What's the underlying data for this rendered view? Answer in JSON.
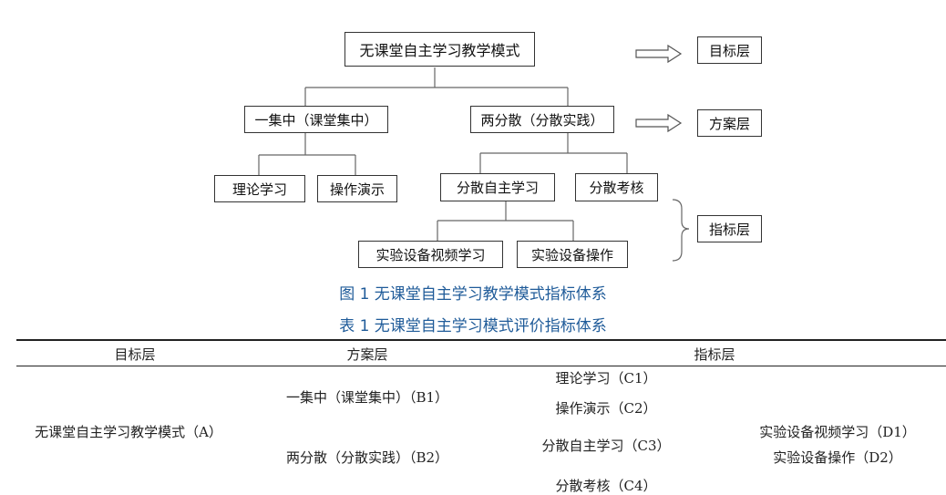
{
  "diagram": {
    "root": "无课堂自主学习教学模式",
    "level_labels": {
      "goal": "目标层",
      "plan": "方案层",
      "indicator": "指标层"
    },
    "plans": [
      "一集中（课堂集中）",
      "两分散（分散实践）"
    ],
    "indicators": [
      "理论学习",
      "操作演示",
      "分散自主学习",
      "分散考核"
    ],
    "sub_indicators": [
      "实验设备视频学习",
      "实验设备操作"
    ]
  },
  "captions": {
    "figure": "图 1 无课堂自主学习教学模式指标体系",
    "table": "表 1 无课堂自主学习模式评价指标体系"
  },
  "table": {
    "headers": [
      "目标层",
      "方案层",
      "指标层"
    ],
    "goal": "无课堂自主学习教学模式（A）",
    "plans": [
      "一集中（课堂集中）（B1）",
      "两分散（分散实践）（B2）"
    ],
    "indicators": [
      "理论学习（C1）",
      "操作演示（C2）",
      "分散自主学习（C3）",
      "分散考核（C4）"
    ],
    "sub_indicators": [
      "实验设备视频学习（D1）",
      "实验设备操作（D2）"
    ]
  }
}
